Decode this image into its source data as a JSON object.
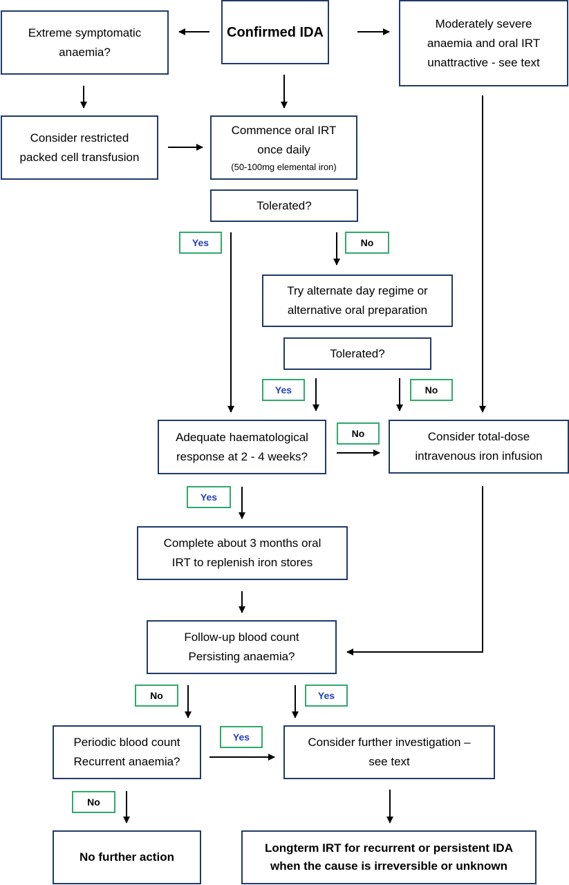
{
  "boxes": {
    "extreme": [
      "Extreme symptomatic",
      "anaemia?"
    ],
    "confirmed": [
      "Confirmed IDA"
    ],
    "moderate": [
      "Moderately severe",
      "anaemia and oral IRT",
      "unattractive - see text"
    ],
    "transfusion": [
      "Consider restricted",
      "packed cell transfusion"
    ],
    "oral_irt": [
      "Commence oral IRT",
      "once daily"
    ],
    "oral_irt_note": "(50-100mg elemental iron)",
    "tolerated1": [
      "Tolerated?"
    ],
    "alternate": [
      "Try alternate day regime or",
      "alternative oral preparation"
    ],
    "tolerated2": [
      "Tolerated?"
    ],
    "adequate": [
      "Adequate haematological",
      "response at 2 - 4 weeks?"
    ],
    "iv_infusion": [
      "Consider total-dose",
      "intravenous iron infusion"
    ],
    "complete": [
      "Complete about 3 months oral",
      "IRT to replenish iron stores"
    ],
    "followup": [
      "Follow-up blood count",
      "Persisting anaemia?"
    ],
    "periodic": [
      "Periodic blood count",
      "Recurrent anaemia?"
    ],
    "investigation": [
      "Consider further investigation –",
      "see text"
    ],
    "no_action": [
      "No further action"
    ],
    "longterm": [
      "Longterm IRT for recurrent or persistent IDA",
      "when the cause is irreversible or unknown"
    ]
  },
  "tags": {
    "yes": "Yes",
    "no": "No"
  }
}
